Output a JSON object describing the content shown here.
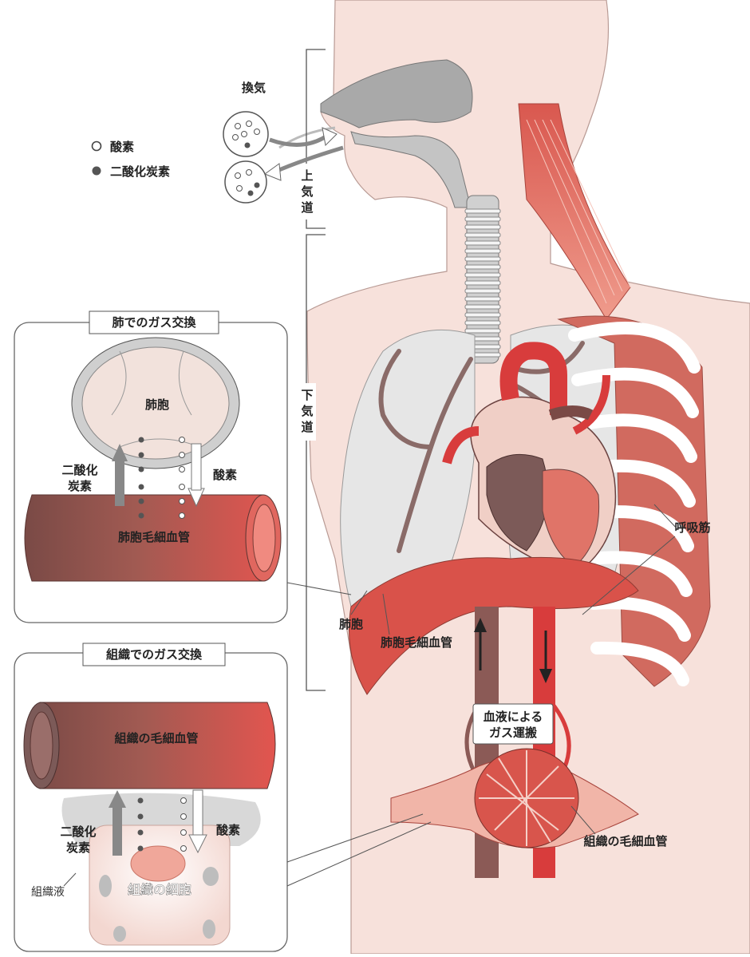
{
  "legend": {
    "oxygen": "酸素",
    "co2": "二酸化炭素"
  },
  "ventilation": "換気",
  "airway": {
    "upper": [
      "上",
      "気",
      "道"
    ],
    "lower": [
      "下",
      "気",
      "道"
    ]
  },
  "lung_box": {
    "title": "肺でのガス交換",
    "alveolus": "肺胞",
    "co2_line1": "二酸化",
    "co2_line2": "炭素",
    "oxygen": "酸素",
    "capillary": "肺胞毛細血管"
  },
  "tissue_box": {
    "title": "組織でのガス交換",
    "capillary": "組織の毛細血管",
    "co2_line1": "二酸化",
    "co2_line2": "炭素",
    "oxygen": "酸素",
    "fluid": "組織液",
    "cell": "組織の細胞"
  },
  "main": {
    "respiratory_muscle": "呼吸筋",
    "alveolus": "肺胞",
    "alveolar_capillary": "肺胞毛細血管",
    "blood_transport_line1": "血液による",
    "blood_transport_line2": "ガス運搬",
    "tissue_capillary": "組織の毛細血管"
  },
  "colors": {
    "artery": "#d83c3c",
    "vein": "#7a4a46",
    "skin": "#f7e1db",
    "lung": "#e6e6e6"
  }
}
